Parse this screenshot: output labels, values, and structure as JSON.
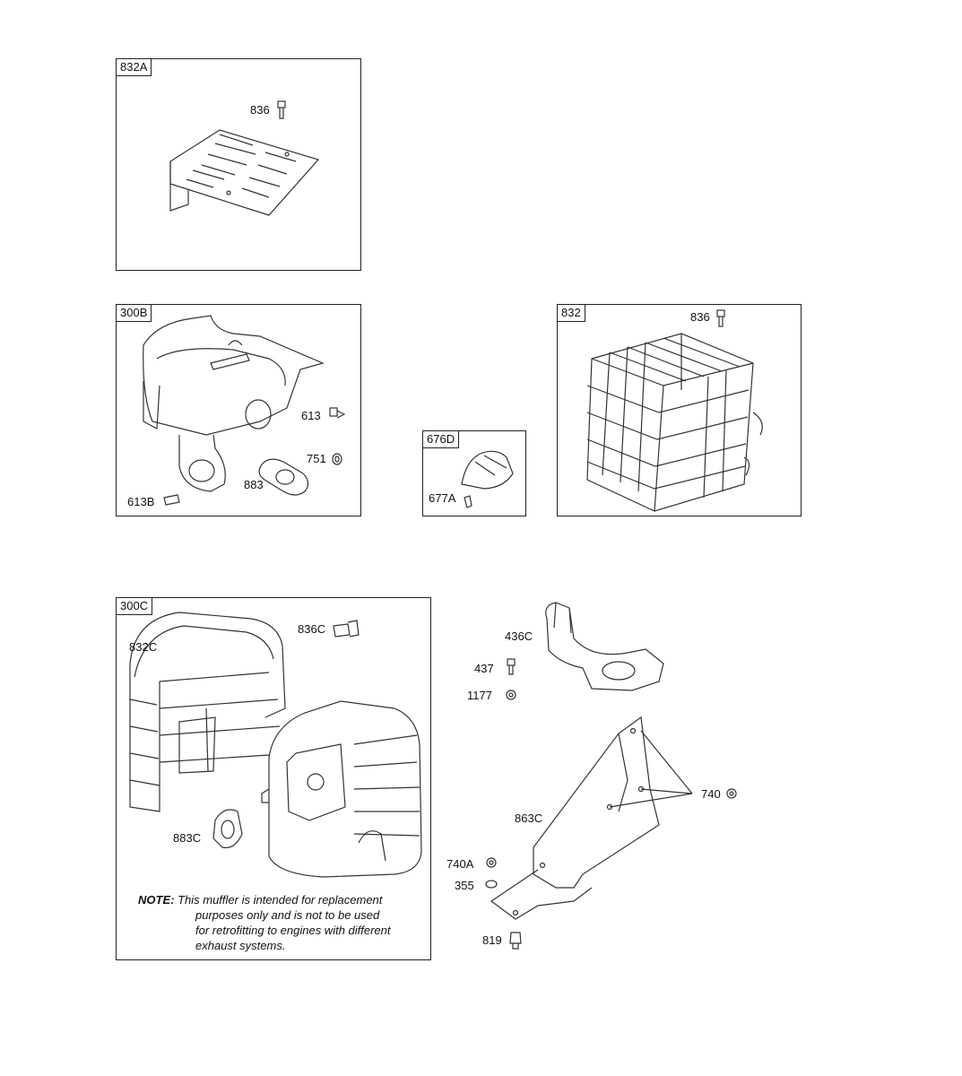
{
  "boxes": {
    "b832a": "832A",
    "b300b": "300B",
    "b676d": "676D",
    "b832": "832",
    "b300c": "300C"
  },
  "labels": {
    "l836_a": "836",
    "l613": "613",
    "l751": "751",
    "l883": "883",
    "l613b": "613B",
    "l677a": "677A",
    "l836_b": "836",
    "l832c": "832C",
    "l836c": "836C",
    "l883c": "883C",
    "l436c": "436C",
    "l437": "437",
    "l1177": "1177",
    "l740": "740",
    "l863c": "863C",
    "l740a": "740A",
    "l355": "355",
    "l819": "819"
  },
  "note": {
    "heading": "NOTE:",
    "line1": "This muffler is intended for replacement",
    "line2": "purposes only and is not to be used",
    "line3": "for retrofitting to engines with different",
    "line4": "exhaust systems."
  }
}
